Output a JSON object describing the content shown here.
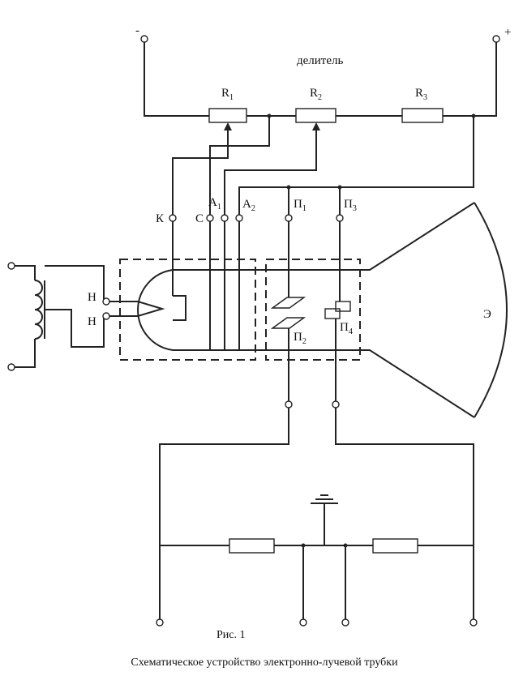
{
  "labels": {
    "minus": "-",
    "plus": "+",
    "divider": "делитель",
    "r1": "R",
    "r1_sub": "1",
    "r2": "R",
    "r2_sub": "2",
    "r3": "R",
    "r3_sub": "3",
    "k": "К",
    "c": "С",
    "a1": "А",
    "a1_sub": "1",
    "a2": "А",
    "a2_sub": "2",
    "p1": "П",
    "p1_sub": "1",
    "p2": "П",
    "p2_sub": "2",
    "p3": "П",
    "p3_sub": "3",
    "p4": "П",
    "p4_sub": "4",
    "h_top": "Н",
    "h_bottom": "Н",
    "screen": "Э"
  },
  "caption": {
    "figure": "Рис. 1",
    "title": "Схематическое устройство электронно-лучевой трубки"
  }
}
